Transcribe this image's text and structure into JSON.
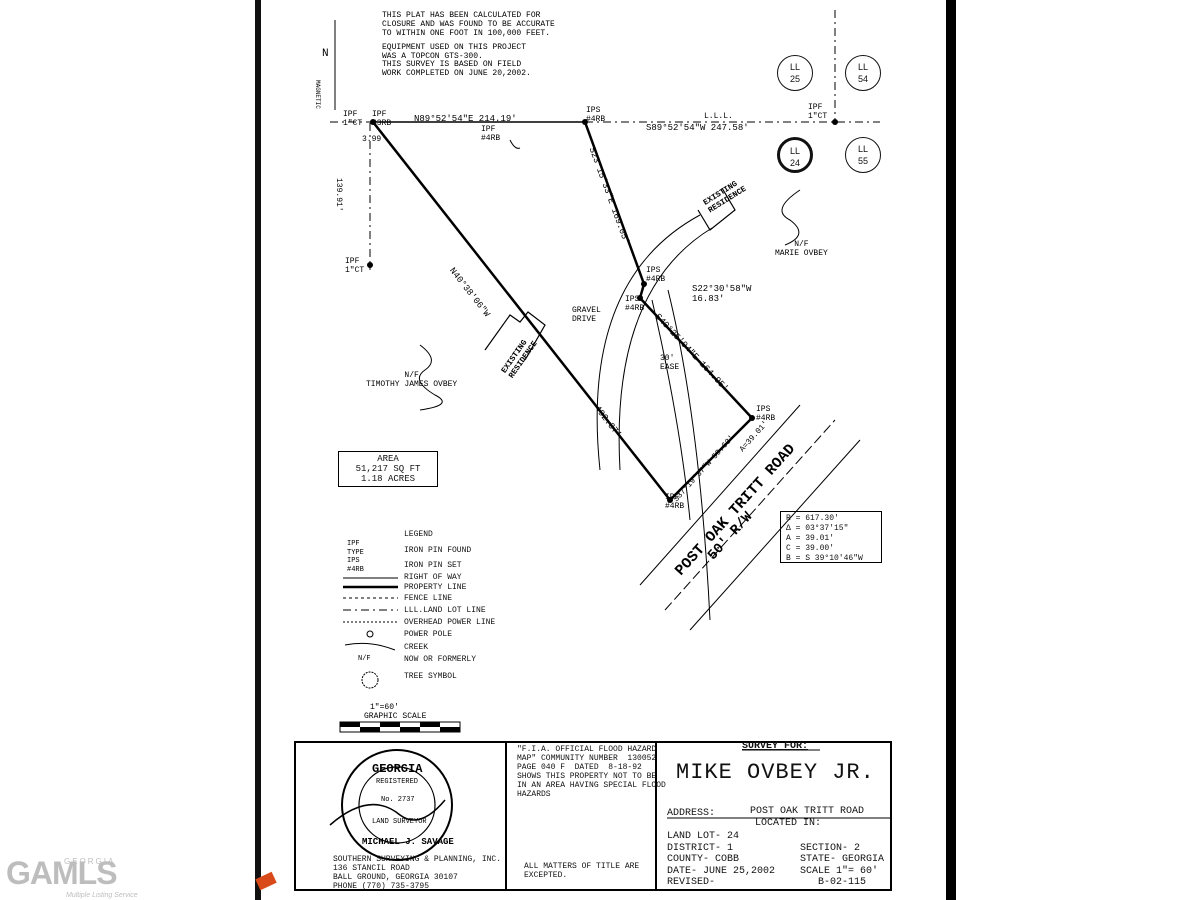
{
  "notes": {
    "closure": "THIS PLAT HAS BEEN CALCULATED FOR\nCLOSURE AND WAS FOUND TO BE ACCURATE\nTO WITHIN ONE FOOT IN 100,000 FEET.",
    "equipment": "EQUIPMENT USED ON THIS PROJECT\nWAS A TOPCON GTS-300.",
    "field_work": "THIS SURVEY IS BASED ON FIELD\nWORK COMPLETED ON JUNE 20,2002."
  },
  "north": {
    "n": "N",
    "magnetic": "MAGNETIC"
  },
  "land_lots": {
    "ll25": "LL\n25",
    "ll54": "LL\n54",
    "ll24": "LL\n24",
    "ll55": "LL\n55"
  },
  "bearings": {
    "top_line": "N89°52'54\"E  214.19'",
    "lll": "L.L.L.",
    "right_line": "S89°52'54\"W   247.58'",
    "slant_line": "S23°15'33\"E  169.05'",
    "diag_line": "N40°38'06\"W",
    "diag_dist": "492.37'",
    "short_line": "S22°30'58\"W",
    "short_dist": "16.83'",
    "east_line": "S40°25'04\"E  164.95'",
    "road_front": "S37°19'37\"W  59.63'",
    "arc": "A=39.01'",
    "side_3_99": "3.99'",
    "side_139": "139.91'"
  },
  "pins": {
    "ipf_1ct_top": "IPF\n1\"CT",
    "ipf_3rb": "IPF\n#3RB",
    "ipf_4rb_top": "IPF\n#4RB",
    "ips_4rb_top": "IPS\n#4RB",
    "ipf_1ct_right": "IPF\n1\"CT",
    "ipf_1ct_mid": "IPF\n1\"CT",
    "ips_4rb_a": "IPS\n#4RB",
    "ips_4rb_b": "IPS\n#4RB",
    "ips_4rb_c": "IPS\n#4RB",
    "ipf_4rb_bottom": "IPF\n#4RB"
  },
  "labels": {
    "existing_residence_right": "EXISTING\nRESIDENCE",
    "existing_residence_left": "EXISTING\nRESIDENCE",
    "owner_right": "N/F\nMARIE OVBEY",
    "owner_left": "N/F\nTIMOTHY JAMES OVBEY",
    "gravel_drive": "GRAVEL\nDRIVE",
    "ease": "30'\nEASE",
    "road_name": "POST OAK TRITT ROAD",
    "road_width": "50' R/W"
  },
  "area": {
    "label": "AREA",
    "sqft": "51,217 SQ FT",
    "acres": "1.18 ACRES"
  },
  "curve": "R = 617.30'\nΔ = 03°37'15\"\nA = 39.01'\nC = 39.00'\nB = S 39°10'46\"W",
  "legend": {
    "title": "LEGEND",
    "items": [
      {
        "sym": "IPF\nTYPE",
        "text": "IRON PIN FOUND"
      },
      {
        "sym": "IPS\n#4RB",
        "text": "IRON PIN SET"
      },
      {
        "sym": "",
        "text": "RIGHT OF WAY"
      },
      {
        "sym": "",
        "text": "PROPERTY LINE"
      },
      {
        "sym": "",
        "text": "FENCE LINE"
      },
      {
        "sym": "",
        "text": "LLL.LAND LOT LINE"
      },
      {
        "sym": "",
        "text": "OVERHEAD POWER LINE"
      },
      {
        "sym": "",
        "text": "POWER POLE"
      },
      {
        "sym": "",
        "text": "CREEK"
      },
      {
        "sym": "N/F",
        "text": "NOW OR FORMERLY"
      },
      {
        "sym": "",
        "text": "TREE SYMBOL"
      }
    ]
  },
  "scale": {
    "ratio": "1\"=60'",
    "label": "GRAPHIC SCALE"
  },
  "seal": {
    "state": "GEORGIA",
    "registered": "REGISTERED",
    "number": "No. 2737",
    "role": "LAND SURVEYOR",
    "name": "MICHAEL J. SAVAGE"
  },
  "company": "SOUTHERN SURVEYING & PLANNING, INC.\n136 STANCIL ROAD\nBALL GROUND, GEORGIA 30107\nPHONE (770) 735-3795",
  "flood_note": "\"F.I.A. OFFICIAL FLOOD HAZARD\nMAP\" COMMUNITY NUMBER  130052\nPAGE 040 F  DATED  8-18-92\nSHOWS THIS PROPERTY NOT TO BE\nIN AN AREA HAVING SPECIAL FLOOD\nHAZARDS",
  "title_note": "ALL MATTERS OF TITLE ARE\nEXCEPTED.",
  "title_block": {
    "survey_for": "SURVEY FOR:",
    "client": "MIKE OVBEY JR.",
    "address_label": "ADDRESS:",
    "address_value": "POST OAK TRITT ROAD",
    "located_in": "LOCATED IN:",
    "land_lot": "LAND LOT-  24",
    "district": "DISTRICT-  1",
    "section": "SECTION- 2",
    "county": "COUNTY-  COBB",
    "state": "STATE- GEORGIA",
    "date": "DATE-    JUNE 25,2002",
    "scale": "SCALE 1\"= 60'",
    "revised": "REVISED-",
    "job": "B-02-115"
  },
  "watermark": {
    "brand": "GA",
    "mls": "MLS",
    "top": "GEORGIA",
    "tag": "Multiple Listing Service"
  }
}
